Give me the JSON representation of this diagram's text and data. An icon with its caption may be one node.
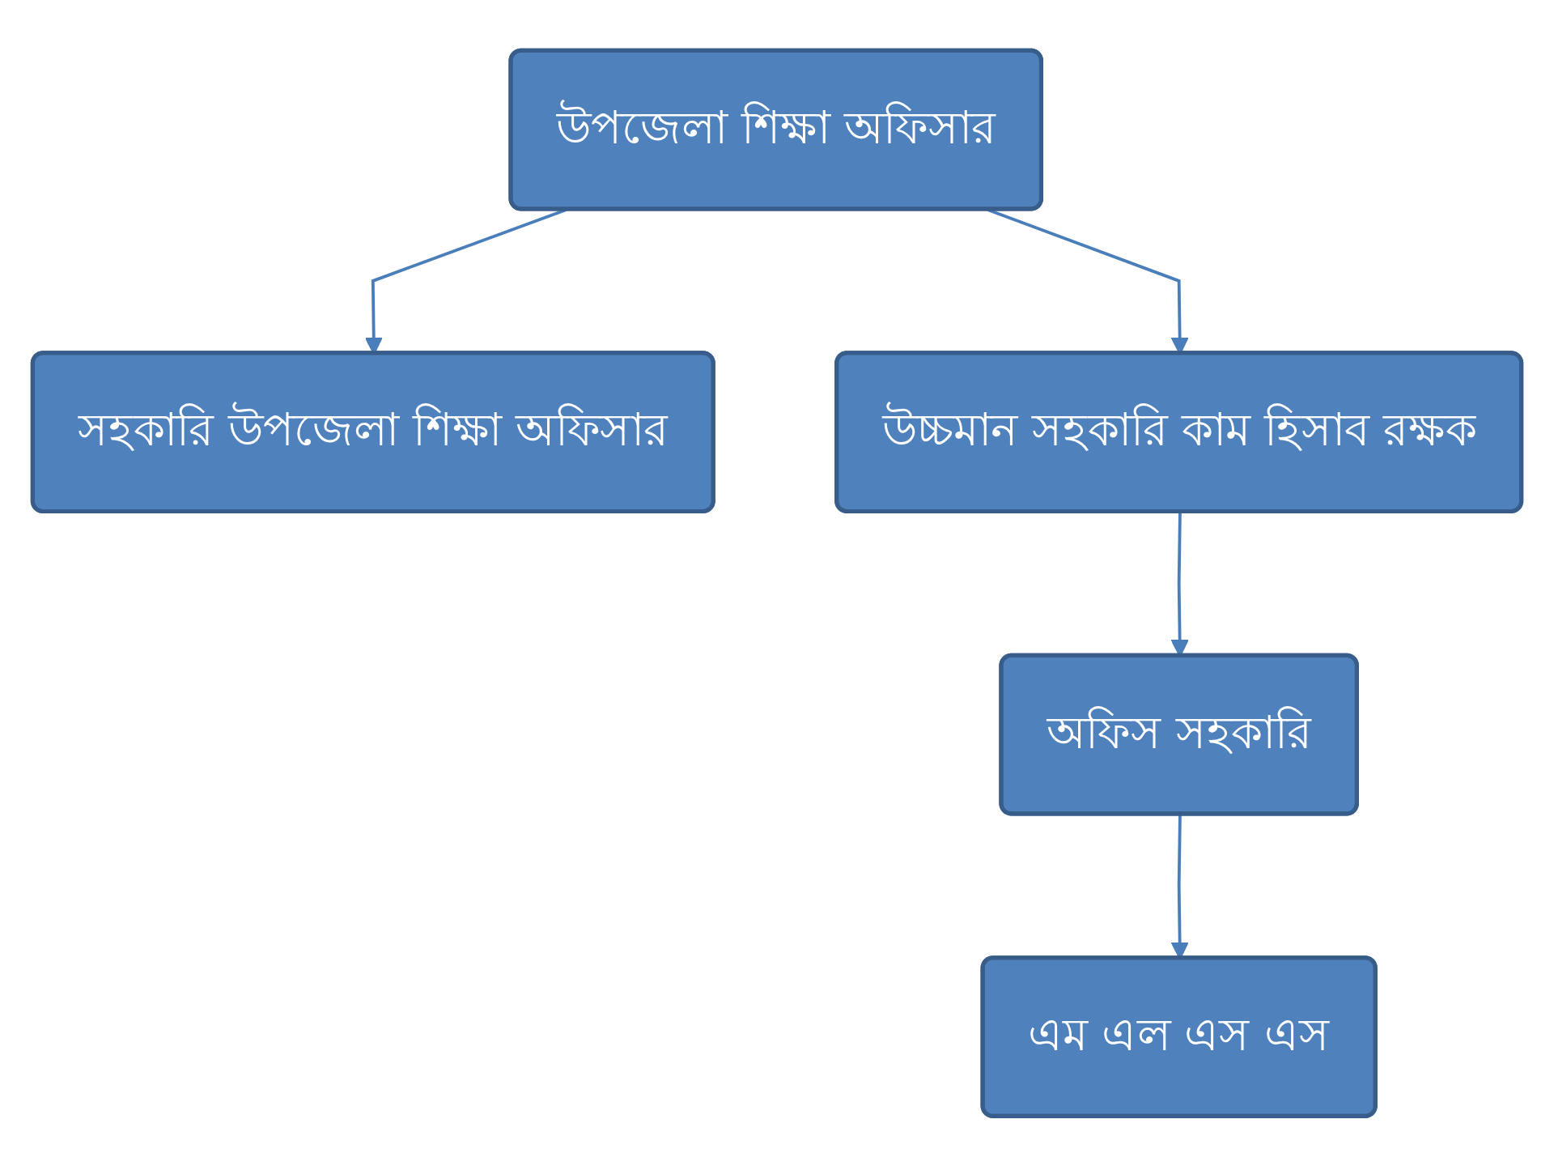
{
  "diagram": {
    "nodes": [
      {
        "text": [
          "উপজেলা শিক্ষা অফিসার"
        ]
      },
      {
        "text": [
          "সহকারি উপজেলা শিক্ষা অফিসার"
        ]
      },
      {
        "text": [
          "উচ্চমান সহকারি কাম হিসাব রক্ষক"
        ]
      },
      {
        "text": [
          "অফিস সহকারি"
        ]
      },
      {
        "text": [
          "এম এল এস এস"
        ]
      }
    ],
    "edges": [
      {
        "from": 0,
        "to": 1,
        "arrow": "to"
      },
      {
        "from": 0,
        "to": 2,
        "arrow": "to"
      },
      {
        "from": 2,
        "to": 3,
        "arrow": "to"
      },
      {
        "from": 3,
        "to": 4,
        "arrow": "to"
      }
    ]
  }
}
